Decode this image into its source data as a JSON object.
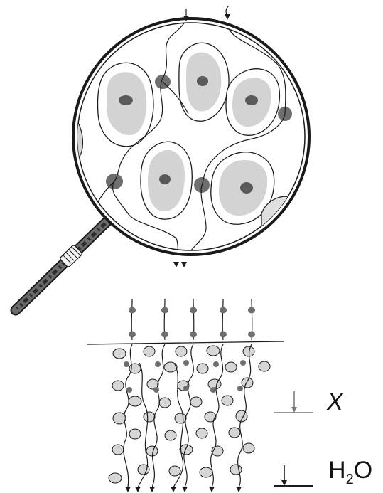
{
  "labels": {
    "marker_x": "X",
    "h2o_main": "H",
    "h2o_sub": "2",
    "h2o_tail": "O"
  },
  "colors": {
    "stroke": "#1a1a1a",
    "cytoplasm": "#d3d3d3",
    "nucleus": "#5a5a5a",
    "knot": "#6e6e6e",
    "cell_light": "#d6d6d6",
    "handle": "#3a3a3a",
    "arrow_gray": "#777777"
  },
  "icons": {
    "lens": "magnifying-glass-icon"
  }
}
